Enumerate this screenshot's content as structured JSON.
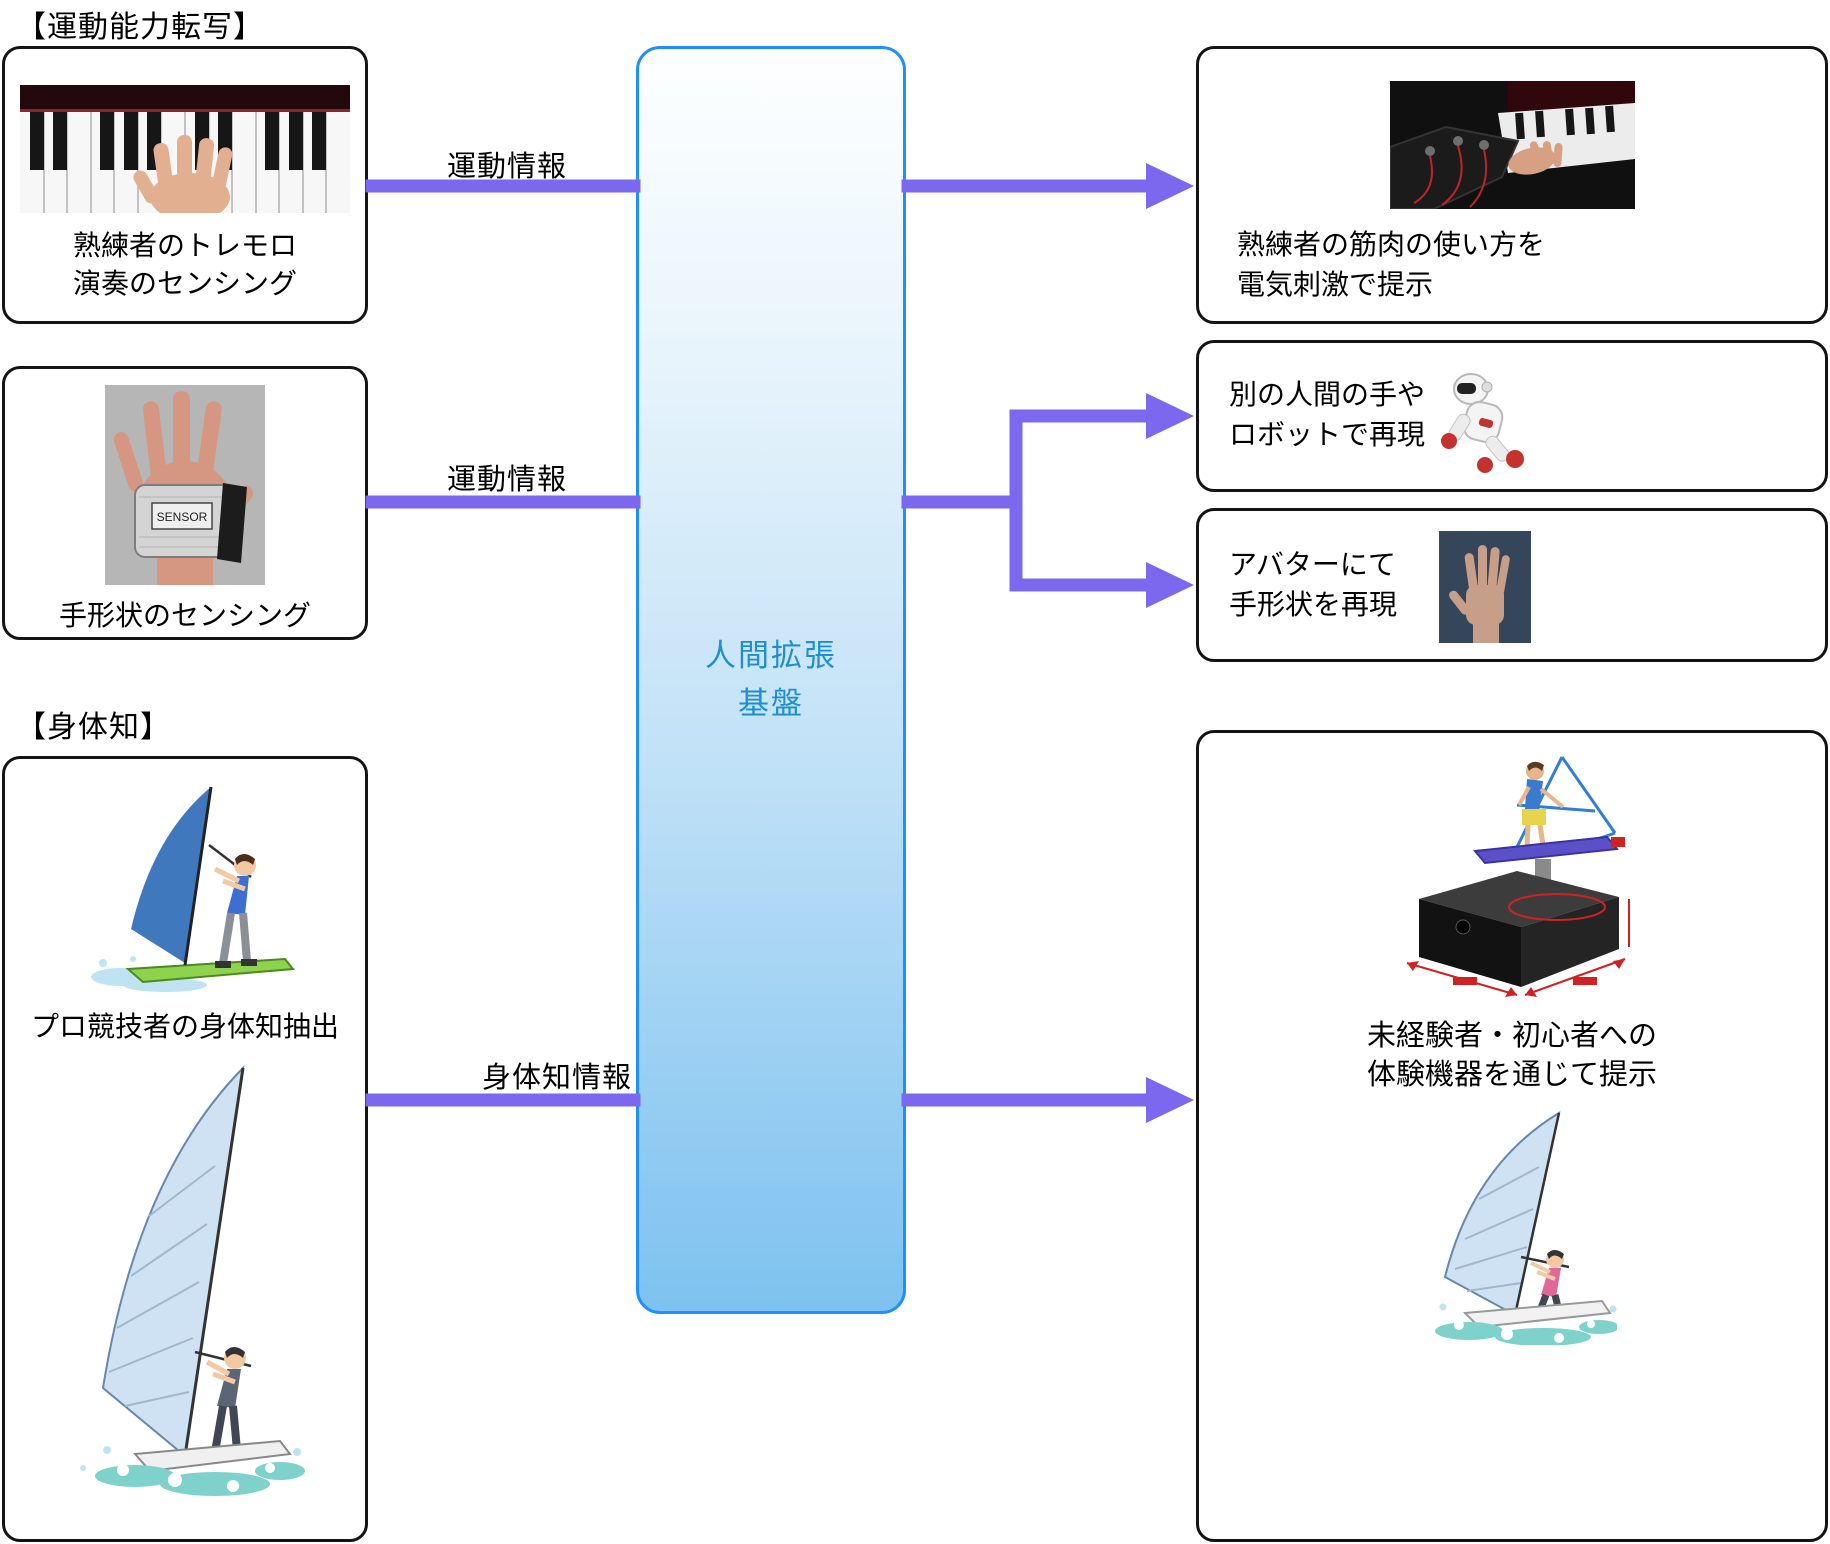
{
  "colors": {
    "arrow": "#7b68ee",
    "platform_border": "#1e90ff",
    "platform_text": "#1d8fd1",
    "box_border": "#141414"
  },
  "section_headers": {
    "motor_ability_transfer": "【運動能力転写】",
    "embodied_knowledge": "【身体知】"
  },
  "platform": {
    "line1": "人間拡張",
    "line2": "基盤"
  },
  "left_column": {
    "tremolo_sensing": {
      "caption_line1": "熟練者のトレモロ",
      "caption_line2": "演奏のセンシング"
    },
    "hand_shape_sensing": {
      "caption": "手形状のセンシング"
    },
    "pro_athlete": {
      "caption": "プロ競技者の身体知抽出"
    }
  },
  "right_column": {
    "muscle_stimulation": {
      "caption_line1": "熟練者の筋肉の使い方を",
      "caption_line2": "電気刺激で提示"
    },
    "robot_reproduction": {
      "caption_line1": "別の人間の手や",
      "caption_line2": "ロボットで再現"
    },
    "avatar_reproduction": {
      "caption_line1": "アバターにて",
      "caption_line2": "手形状を再現"
    },
    "beginner_presentation": {
      "caption_line1": "未経験者・初心者への",
      "caption_line2": "体験機器を通じて提示"
    }
  },
  "arrow_labels": {
    "motor_info_top": "運動情報",
    "motor_info_middle": "運動情報",
    "embodied_info": "身体知情報"
  },
  "embedded_text": {
    "sensor_label": "SENSOR"
  }
}
